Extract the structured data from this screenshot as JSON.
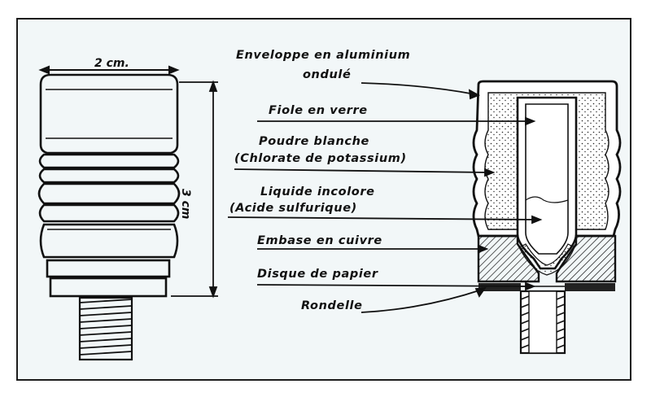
{
  "dimensions": {
    "width_label": "2 cm.",
    "height_label": "3 cm"
  },
  "labels": [
    {
      "id": "envelope",
      "lines": [
        "Enveloppe en aluminium",
        "ondulé"
      ]
    },
    {
      "id": "vial",
      "lines": [
        "Fiole en verre"
      ]
    },
    {
      "id": "powder",
      "lines": [
        "Poudre blanche",
        "(Chlorate de potassium)"
      ]
    },
    {
      "id": "liquid",
      "lines": [
        "Liquide incolore",
        "(Acide sulfurique)"
      ]
    },
    {
      "id": "base",
      "lines": [
        "Embase en cuivre"
      ]
    },
    {
      "id": "paper",
      "lines": [
        "Disque de papier"
      ]
    },
    {
      "id": "washer",
      "lines": [
        "Rondelle"
      ]
    }
  ],
  "colors": {
    "background": "#f2f7f8",
    "ink": "#111111"
  }
}
